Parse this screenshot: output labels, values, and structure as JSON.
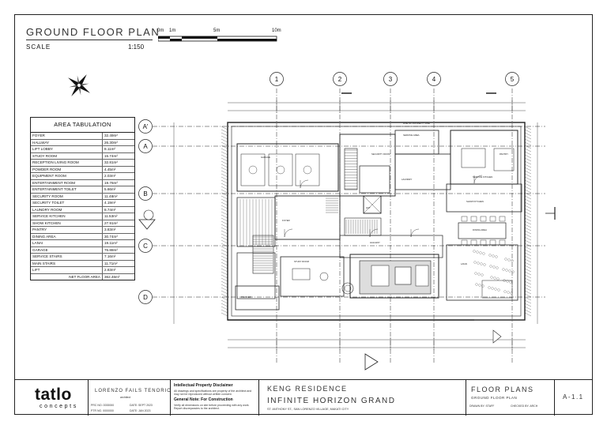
{
  "plan": {
    "title": "GROUND FLOOR PLAN",
    "scale_label": "SCALE",
    "scale_value": "1:150",
    "scale_bar_labels": [
      "0m",
      "1m",
      "5m",
      "10m"
    ]
  },
  "gridlines": {
    "columns": [
      "1",
      "2",
      "3",
      "4",
      "5"
    ],
    "rows": [
      "A'",
      "A",
      "B",
      "C",
      "D"
    ]
  },
  "area_tabulation": {
    "title": "AREA TABULATION",
    "rows": [
      {
        "name": "FOYER",
        "area": "32.49m²"
      },
      {
        "name": "HALLWAY",
        "area": "26.30m²"
      },
      {
        "name": "LIFT LOBBY",
        "area": "8.11m²"
      },
      {
        "name": "STUDY ROOM",
        "area": "15.74m²"
      },
      {
        "name": "RECEPTION LIVING ROOM",
        "area": "32.81m²"
      },
      {
        "name": "POWDER ROOM",
        "area": "4.45m²"
      },
      {
        "name": "EQUIPMENT ROOM",
        "area": "2.03m²"
      },
      {
        "name": "ENTERTAINMENT ROOM",
        "area": "19.76m²"
      },
      {
        "name": "ENTERTAINMENT TOILET",
        "area": "5.66m²"
      },
      {
        "name": "SECURITY ROOM",
        "area": "11.48m²"
      },
      {
        "name": "SECURITY TOILET",
        "area": "4.19m²"
      },
      {
        "name": "LAUNDRY ROOM",
        "area": "8.74m²"
      },
      {
        "name": "SERVICE KITCHEN",
        "area": "11.53m²"
      },
      {
        "name": "SHOW KITCHEN",
        "area": "27.91m²"
      },
      {
        "name": "PANTRY",
        "area": "3.83m²"
      },
      {
        "name": "DINING AREA",
        "area": "30.74m²"
      },
      {
        "name": "LANAI",
        "area": "19.11m²"
      },
      {
        "name": "GARAGE",
        "area": "76.88m²"
      },
      {
        "name": "SERVICE STAIRS",
        "area": "7.16m²"
      },
      {
        "name": "MAIN STAIRS",
        "area": "11.71m²"
      },
      {
        "name": "LIFT",
        "area": "2.83m²"
      }
    ],
    "total_label": "NET FLOOR AREA",
    "total_value": "362.46m²"
  },
  "room_labels": [
    {
      "id": "garage",
      "text": "GARAGE"
    },
    {
      "id": "foyer",
      "text": "FOYER"
    },
    {
      "id": "security",
      "text": "SECURITY ROOM"
    },
    {
      "id": "service-area",
      "text": "SERVICE AREA"
    },
    {
      "id": "service-kitchen",
      "text": "SERVICE KITCHEN"
    },
    {
      "id": "pantry",
      "text": "PANTRY"
    },
    {
      "id": "show-kitchen",
      "text": "SHOW KITCHEN"
    },
    {
      "id": "dining",
      "text": "DINING AREA"
    },
    {
      "id": "hallway",
      "text": "HALLWAY"
    },
    {
      "id": "lanai",
      "text": "LANAI"
    },
    {
      "id": "powder",
      "text": "POWDER"
    },
    {
      "id": "lift",
      "text": "LIFT"
    },
    {
      "id": "study",
      "text": "STUDY ROOM"
    },
    {
      "id": "laundry",
      "text": "LAUNDRY"
    },
    {
      "id": "property-line",
      "text": "LINE OF PROPERTY LINE"
    }
  ],
  "title_block": {
    "logo": "tatlo",
    "logo_sub": "concepts",
    "client": "LORENZO FAILS TENORIO",
    "client_sub": "architect",
    "ip_title": "Intellectual Property Disclaimer",
    "ip_body": "All drawings and specifications are property of the architect and may not be reproduced without written consent.",
    "note_title": "General Note: For Construction",
    "note_body": "Verify all dimensions on site before proceeding with any work. Report discrepancies to the architect.",
    "project": "KENG RESIDENCE",
    "project_name": "INFINITE HORIZON GRAND",
    "project_sub": "ST. ANTHONY ST., SAN LORENZO VILLAGE, MAKATI CITY",
    "sheet_title": "FLOOR PLANS",
    "sheet_sub": "GROUND FLOOR PLAN",
    "sheet_no": "A-1.1",
    "meta": [
      "PRC NO. 0000000",
      "DATE: SEPT 2023",
      "PTR NO. 0000000",
      "DATE: JAN 2023",
      "DRAWN BY: STAFF",
      "CHECKED BY: ARCH"
    ]
  },
  "colors": {
    "line": "#222222",
    "hatch": "#666666",
    "fill": "#dddddd"
  }
}
